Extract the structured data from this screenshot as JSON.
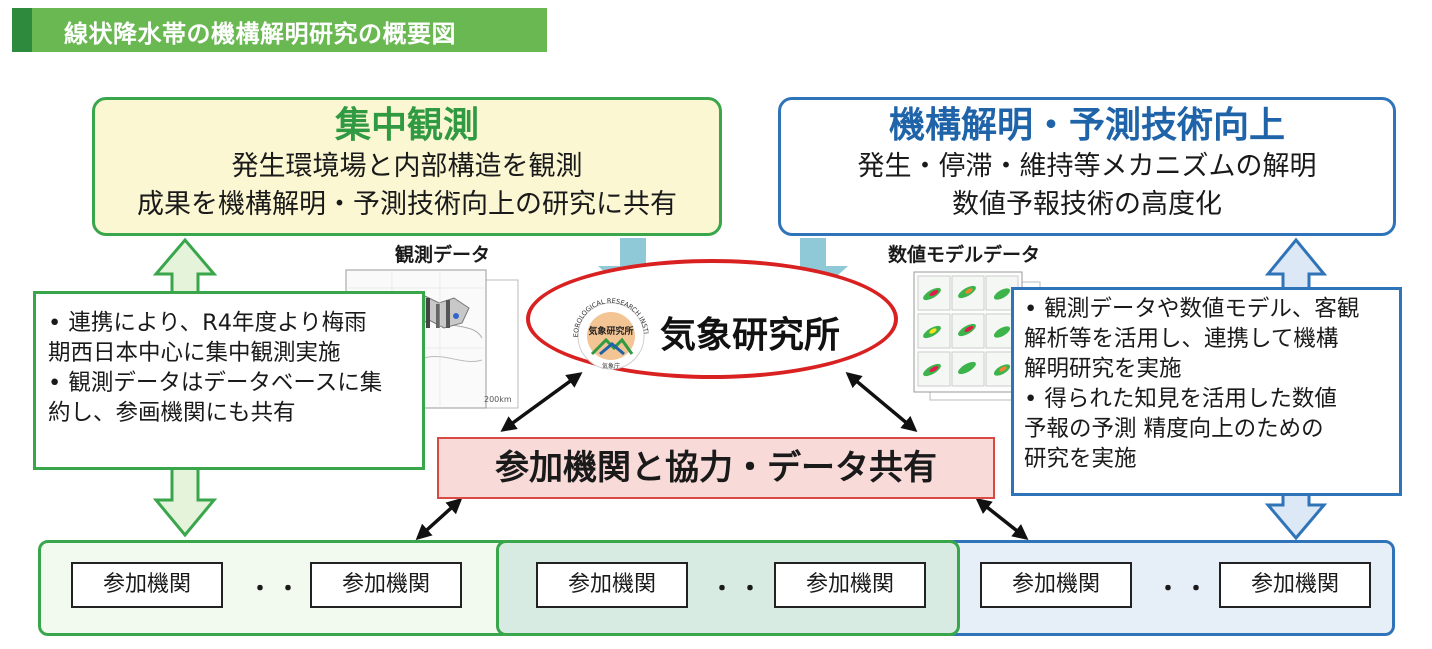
{
  "title": "線状降水帯の機構解明研究の概要図",
  "obs_box": {
    "heading": "集中観測",
    "lines": [
      "発生環境場と内部構造を観測",
      "成果を機構解明・予測技術向上の研究に共有"
    ]
  },
  "mech_box": {
    "heading": "機構解明・予測技術向上",
    "lines": [
      "発生・停滞・維持等メカニズムの解明",
      "数値予報技術の高度化"
    ]
  },
  "left_box": {
    "lines": [
      "•  連携により、R4年度より梅雨",
      "期西日本中心に集中観測実施",
      "•  観測データはデータベースに集",
      "約し、参画機関にも共有"
    ]
  },
  "right_box": {
    "lines": [
      "•  観測データや数値モデル、客観",
      "解析等を活用し、連携して機構",
      "解明研究を実施",
      "•  得られた知見を活用した数値",
      "予報の予測  精度向上のための",
      "研究を実施"
    ]
  },
  "captions": {
    "obs_data": "観測データ",
    "model_data": "数値モデルデータ",
    "scale_label": "200km"
  },
  "center": {
    "name": "気象研究所",
    "logo_text": "気象研究所",
    "logo_ring_text": "METEOROLOGICAL RESEARCH INSTITUTE",
    "logo_sub": "気象庁"
  },
  "collab": "参加機関と協力・データ共有",
  "groups": [
    {
      "left": "参加機関",
      "dots": "・・・",
      "right": "参加機関"
    },
    {
      "left": "参加機関",
      "dots": "・・・",
      "right": "参加機関"
    },
    {
      "left": "参加機関",
      "dots": "・・・",
      "right": "参加機関"
    }
  ],
  "colors": {
    "green": "#3aa64c",
    "blue": "#2f73b8",
    "red": "#d92121",
    "cyan_arrow": "#8fc9d8",
    "banner": "#6ab852"
  }
}
